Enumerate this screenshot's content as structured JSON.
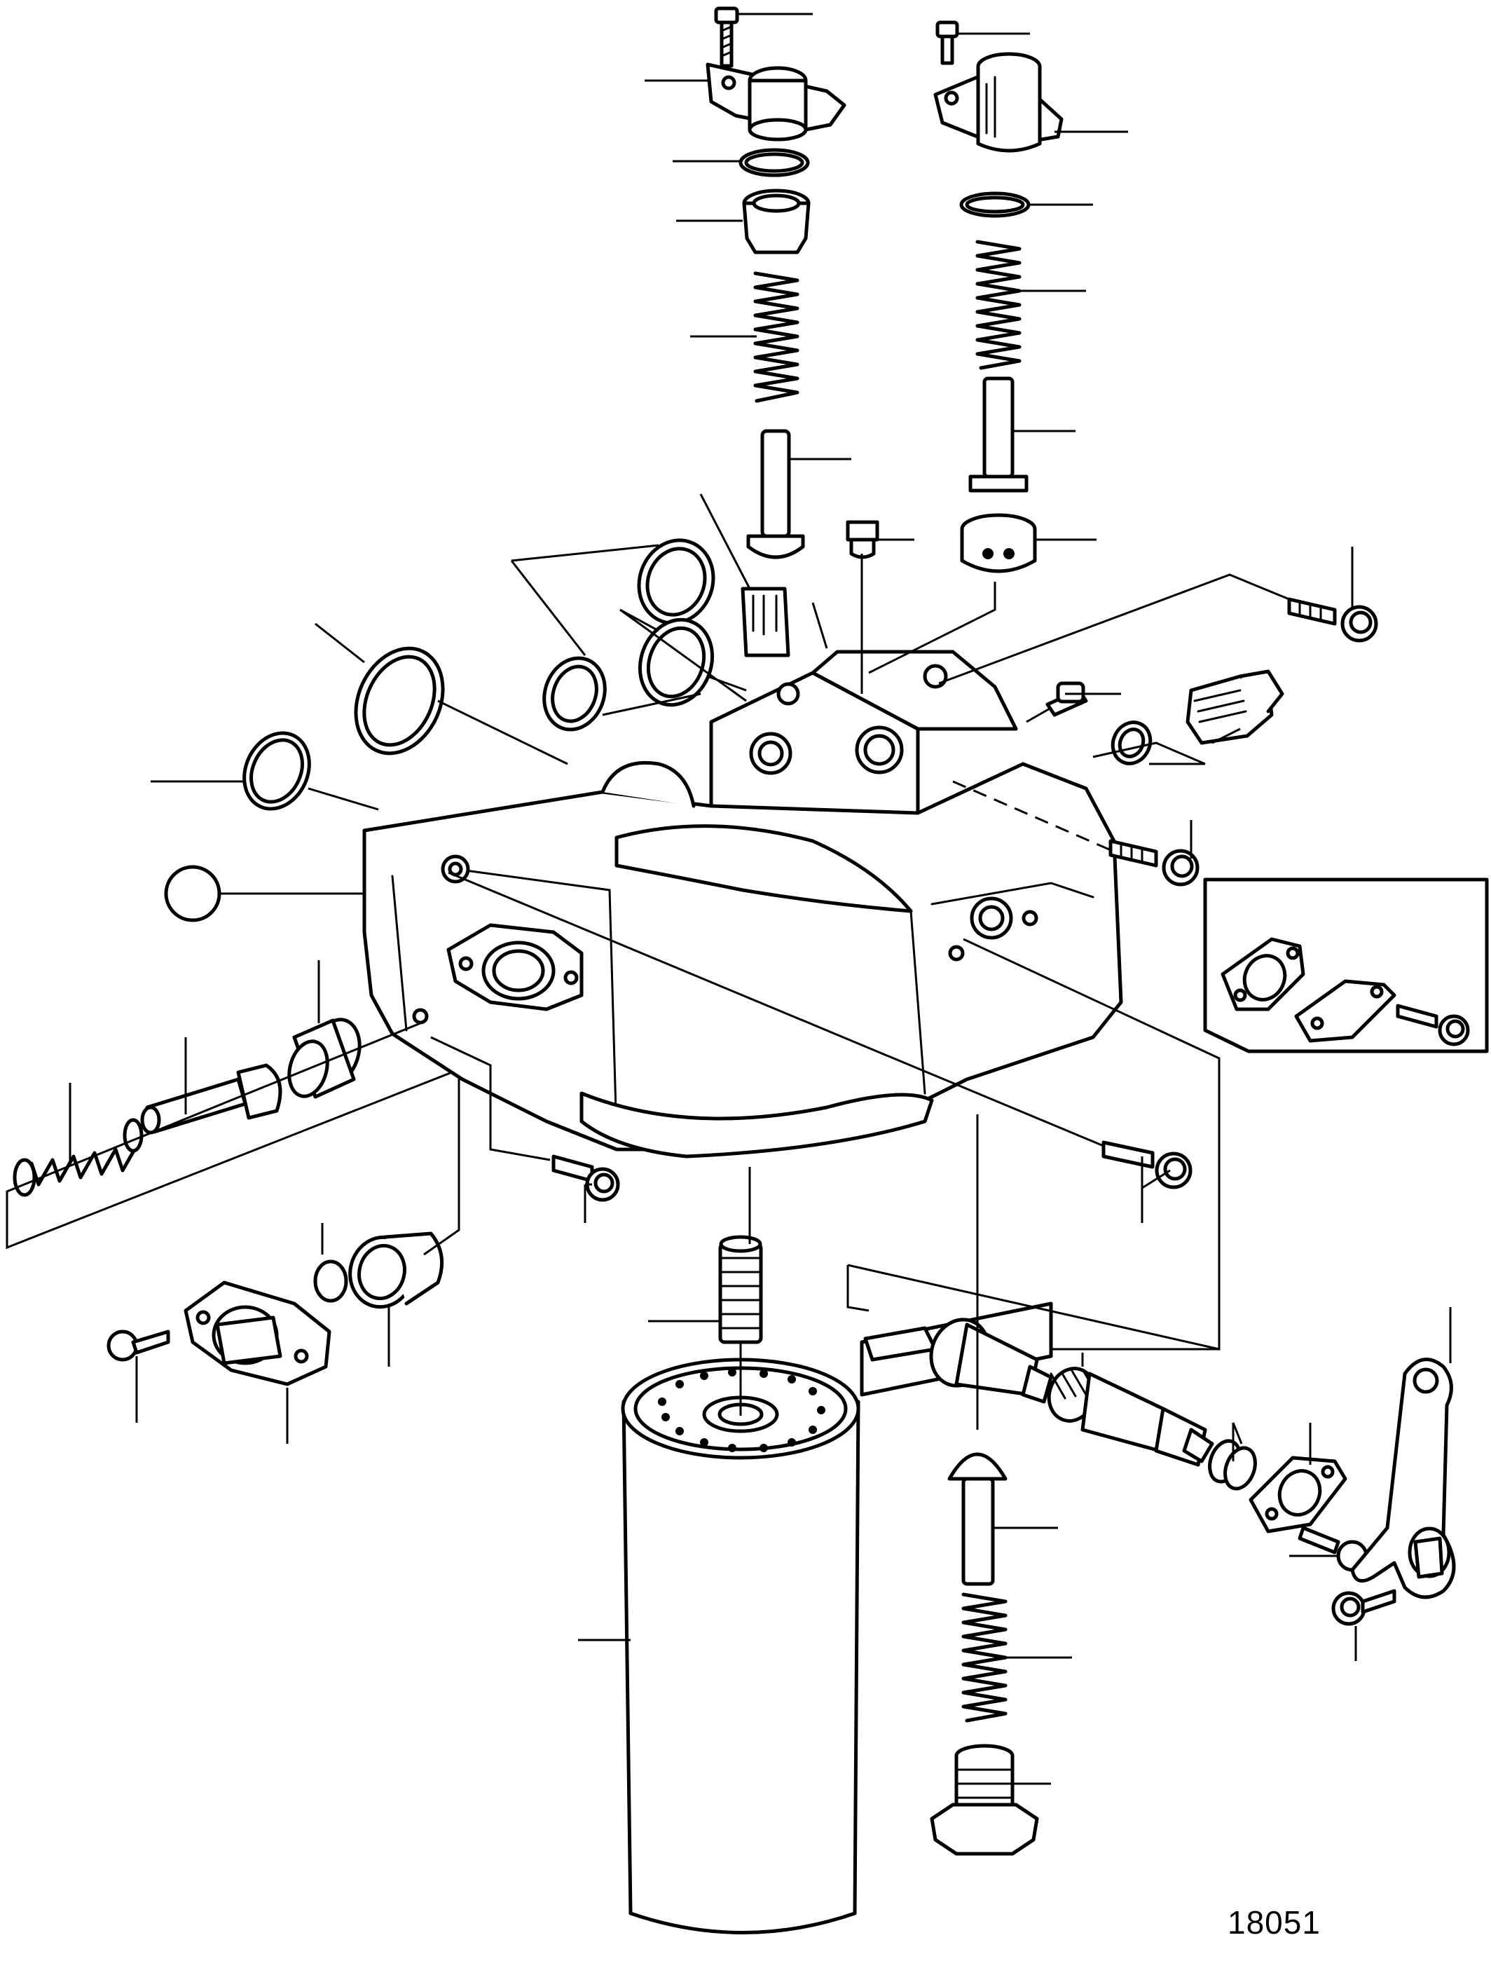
{
  "figure": {
    "number": "18051"
  },
  "parts": [
    {
      "name": "oil-filter-housing"
    },
    {
      "name": "oil-filter-cartridge"
    },
    {
      "name": "nipple"
    },
    {
      "name": "bypass-valve-cover"
    },
    {
      "name": "thermostat-valve-cover"
    },
    {
      "name": "valve-spring"
    },
    {
      "name": "valve-piston"
    },
    {
      "name": "o-ring-seal"
    },
    {
      "name": "flange-screw"
    },
    {
      "name": "plug"
    },
    {
      "name": "union"
    },
    {
      "name": "cover-plate-inset"
    },
    {
      "name": "drain-plug"
    },
    {
      "name": "bracket"
    }
  ]
}
